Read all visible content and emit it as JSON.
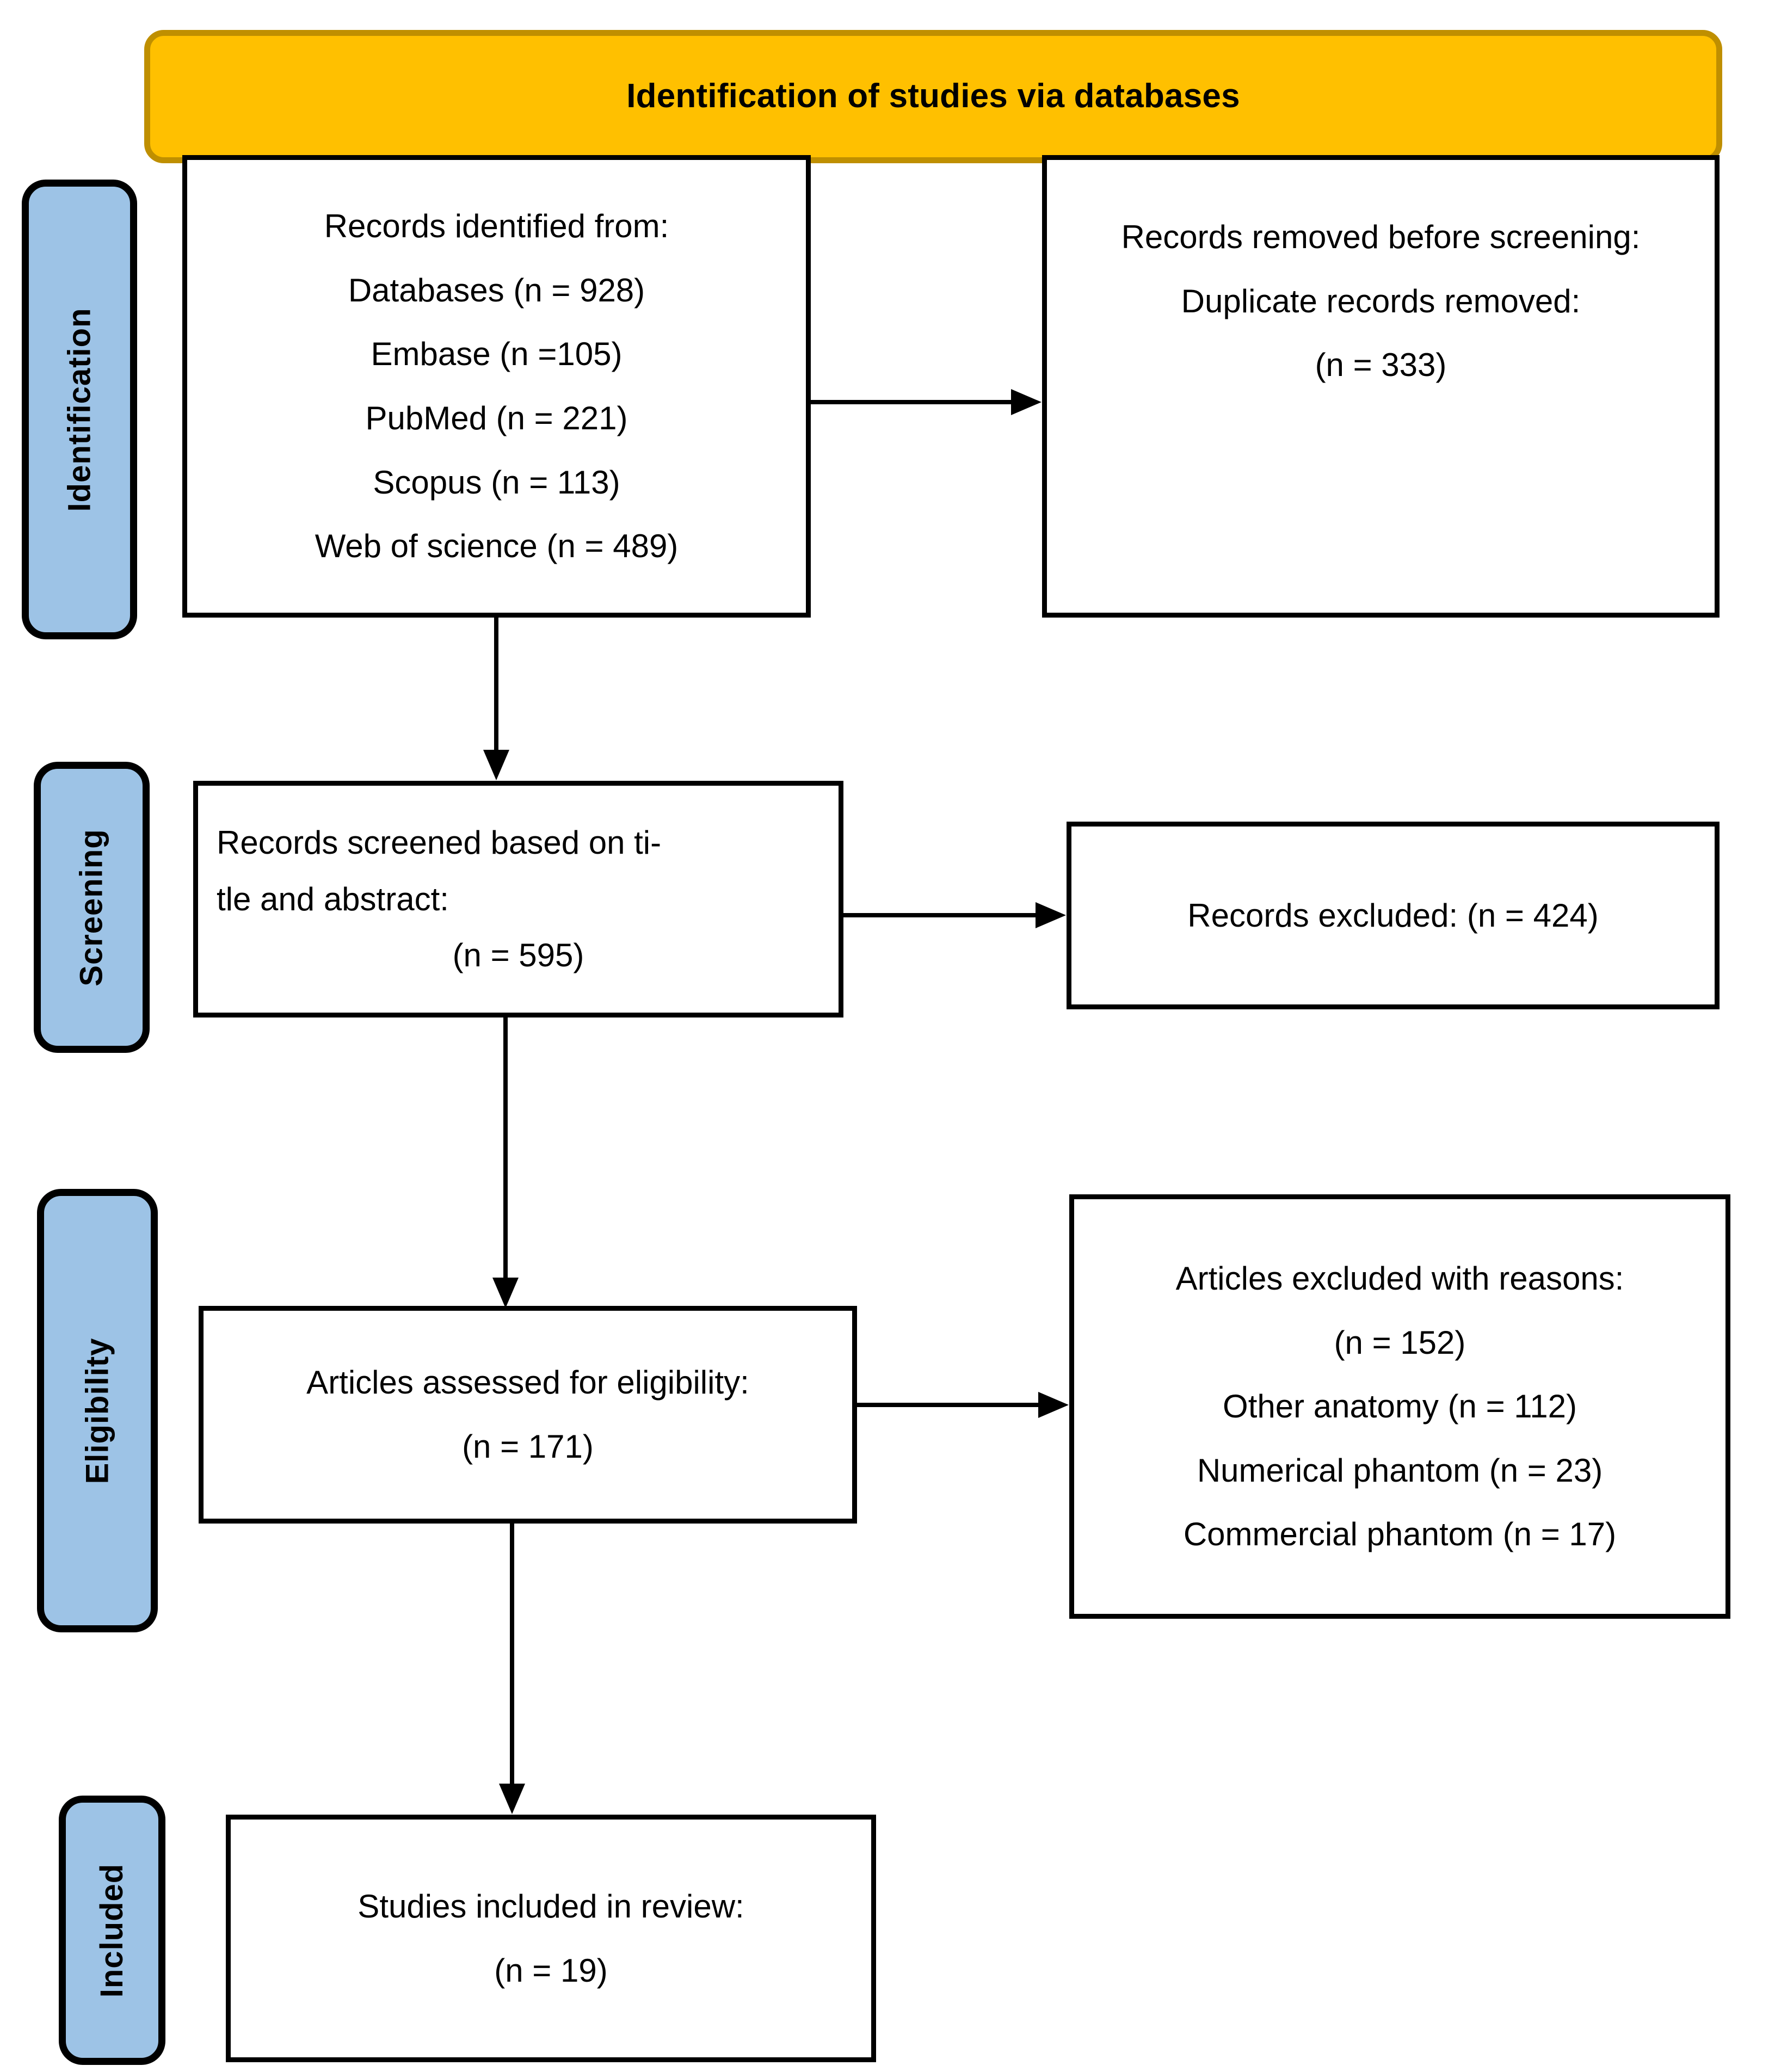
{
  "banner": {
    "title": "Identification of studies via databases",
    "fill_color": "#FFC000",
    "border_color": "#BF8F00"
  },
  "stages": [
    {
      "id": "identification",
      "label": "Identification",
      "fill_color": "#9DC3E6"
    },
    {
      "id": "screening",
      "label": "Screening",
      "fill_color": "#9DC3E6"
    },
    {
      "id": "eligibility",
      "label": "Eligibility",
      "fill_color": "#9DC3E6"
    },
    {
      "id": "included",
      "label": "Included",
      "fill_color": "#9DC3E6"
    }
  ],
  "boxes": {
    "records_identified": {
      "lines": [
        "Records identified from:",
        "Databases (n = 928)",
        "Embase (n =105)",
        "PubMed (n = 221)",
        "Scopus (n = 113)",
        "Web of science (n = 489)"
      ]
    },
    "records_removed": {
      "lines": [
        "Records removed before screening:",
        "Duplicate records removed:",
        "(n = 333)"
      ]
    },
    "records_screened": {
      "line1": "Records screened based on ti-",
      "line2": "tle and abstract:",
      "line3": "(n = 595)"
    },
    "records_excluded": {
      "lines": [
        "Records excluded: (n = 424)"
      ]
    },
    "articles_assessed": {
      "lines": [
        "Articles assessed for eligibility:",
        "(n = 171)"
      ]
    },
    "articles_excluded": {
      "lines": [
        "Articles excluded with reasons:",
        "(n = 152)",
        "Other anatomy (n = 112)",
        "Numerical phantom (n = 23)",
        "Commercial phantom (n = 17)"
      ]
    },
    "studies_included": {
      "lines": [
        "Studies included in review:",
        "(n = 19)"
      ]
    }
  },
  "chart_data": {
    "type": "diagram",
    "title": "Identification of studies via databases",
    "diagram_kind": "PRISMA flow diagram",
    "stages": [
      "Identification",
      "Screening",
      "Eligibility",
      "Included"
    ],
    "counts": {
      "databases_total": 928,
      "embase": 105,
      "pubmed": 221,
      "scopus": 113,
      "web_of_science": 489,
      "duplicates_removed": 333,
      "records_screened": 595,
      "records_excluded": 424,
      "articles_assessed": 171,
      "articles_excluded_total": 152,
      "other_anatomy": 112,
      "numerical_phantom": 23,
      "commercial_phantom": 17,
      "studies_included": 19
    }
  }
}
